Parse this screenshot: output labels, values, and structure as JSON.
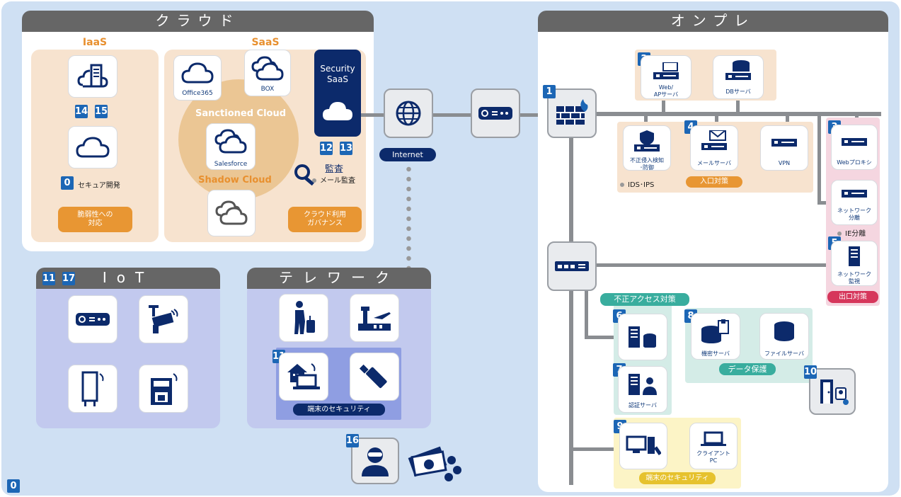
{
  "cloud": {
    "title": "クラウド",
    "iaas": {
      "title": "IaaS",
      "badges": [
        "14",
        "15"
      ],
      "secure_dev_badge": "0",
      "secure_dev_label": "セキュア開発",
      "vuln_tag": "脆弱性への\n対応"
    },
    "saas": {
      "title": "SaaS",
      "office": "Office365",
      "box": "BOX",
      "salesforce": "Salesforce",
      "sanctioned": "Sanctioned Cloud",
      "shadow": "Shadow Cloud",
      "security_saas": "Security\nSaaS",
      "badges": [
        "12",
        "13"
      ],
      "audit": "監査",
      "mail_audit": "メール監査",
      "gov_tag": "クラウド利用\nガバナンス"
    }
  },
  "internet": {
    "label": "Internet"
  },
  "iot": {
    "title": "IoT",
    "badges": [
      "11",
      "17"
    ]
  },
  "telework": {
    "title": "テレワーク",
    "badge": "11",
    "endpoint_tag": "端末のセキュリティ"
  },
  "attacker": {
    "badge": "16"
  },
  "corner_badge": "0",
  "onprem": {
    "title": "オンプレ",
    "fw_badge": "1",
    "dmz_badge": "2",
    "web_ap": "Web/\nAPサーバ",
    "db": "DBサーバ",
    "ids_label": "不正侵入検知\n･防御",
    "ids_note": "IDS･IPS",
    "mail_badge": "4",
    "mail": "メールサーバ",
    "vpn": "VPN",
    "entry_tag": "入口対策",
    "proxy_badge": "3",
    "proxy": "Webプロキシ",
    "netsep": "ネットワーク\n分離",
    "ie_note": "IE分離",
    "mon_badge": "5",
    "mon": "ネットワーク\n監視",
    "exit_tag": "出口対策",
    "access_tag": "不正アクセス対策",
    "s6_badge": "6",
    "s7_badge": "7",
    "auth": "認証サーバ",
    "data_badge": "8",
    "secret": "機密サーバ",
    "file": "ファイルサーバ",
    "data_tag": "データ保護",
    "s10_badge": "10",
    "s9_badge": "9",
    "client": "クライアント\nPC",
    "endpoint_tag": "端末のセキュリティ"
  },
  "colors": {
    "navy": "#0c2a6b",
    "accent_blue": "#1c66b5",
    "orange": "#e89633",
    "teal": "#39ad9e",
    "yellow": "#e6c22e",
    "red": "#d6365b"
  }
}
